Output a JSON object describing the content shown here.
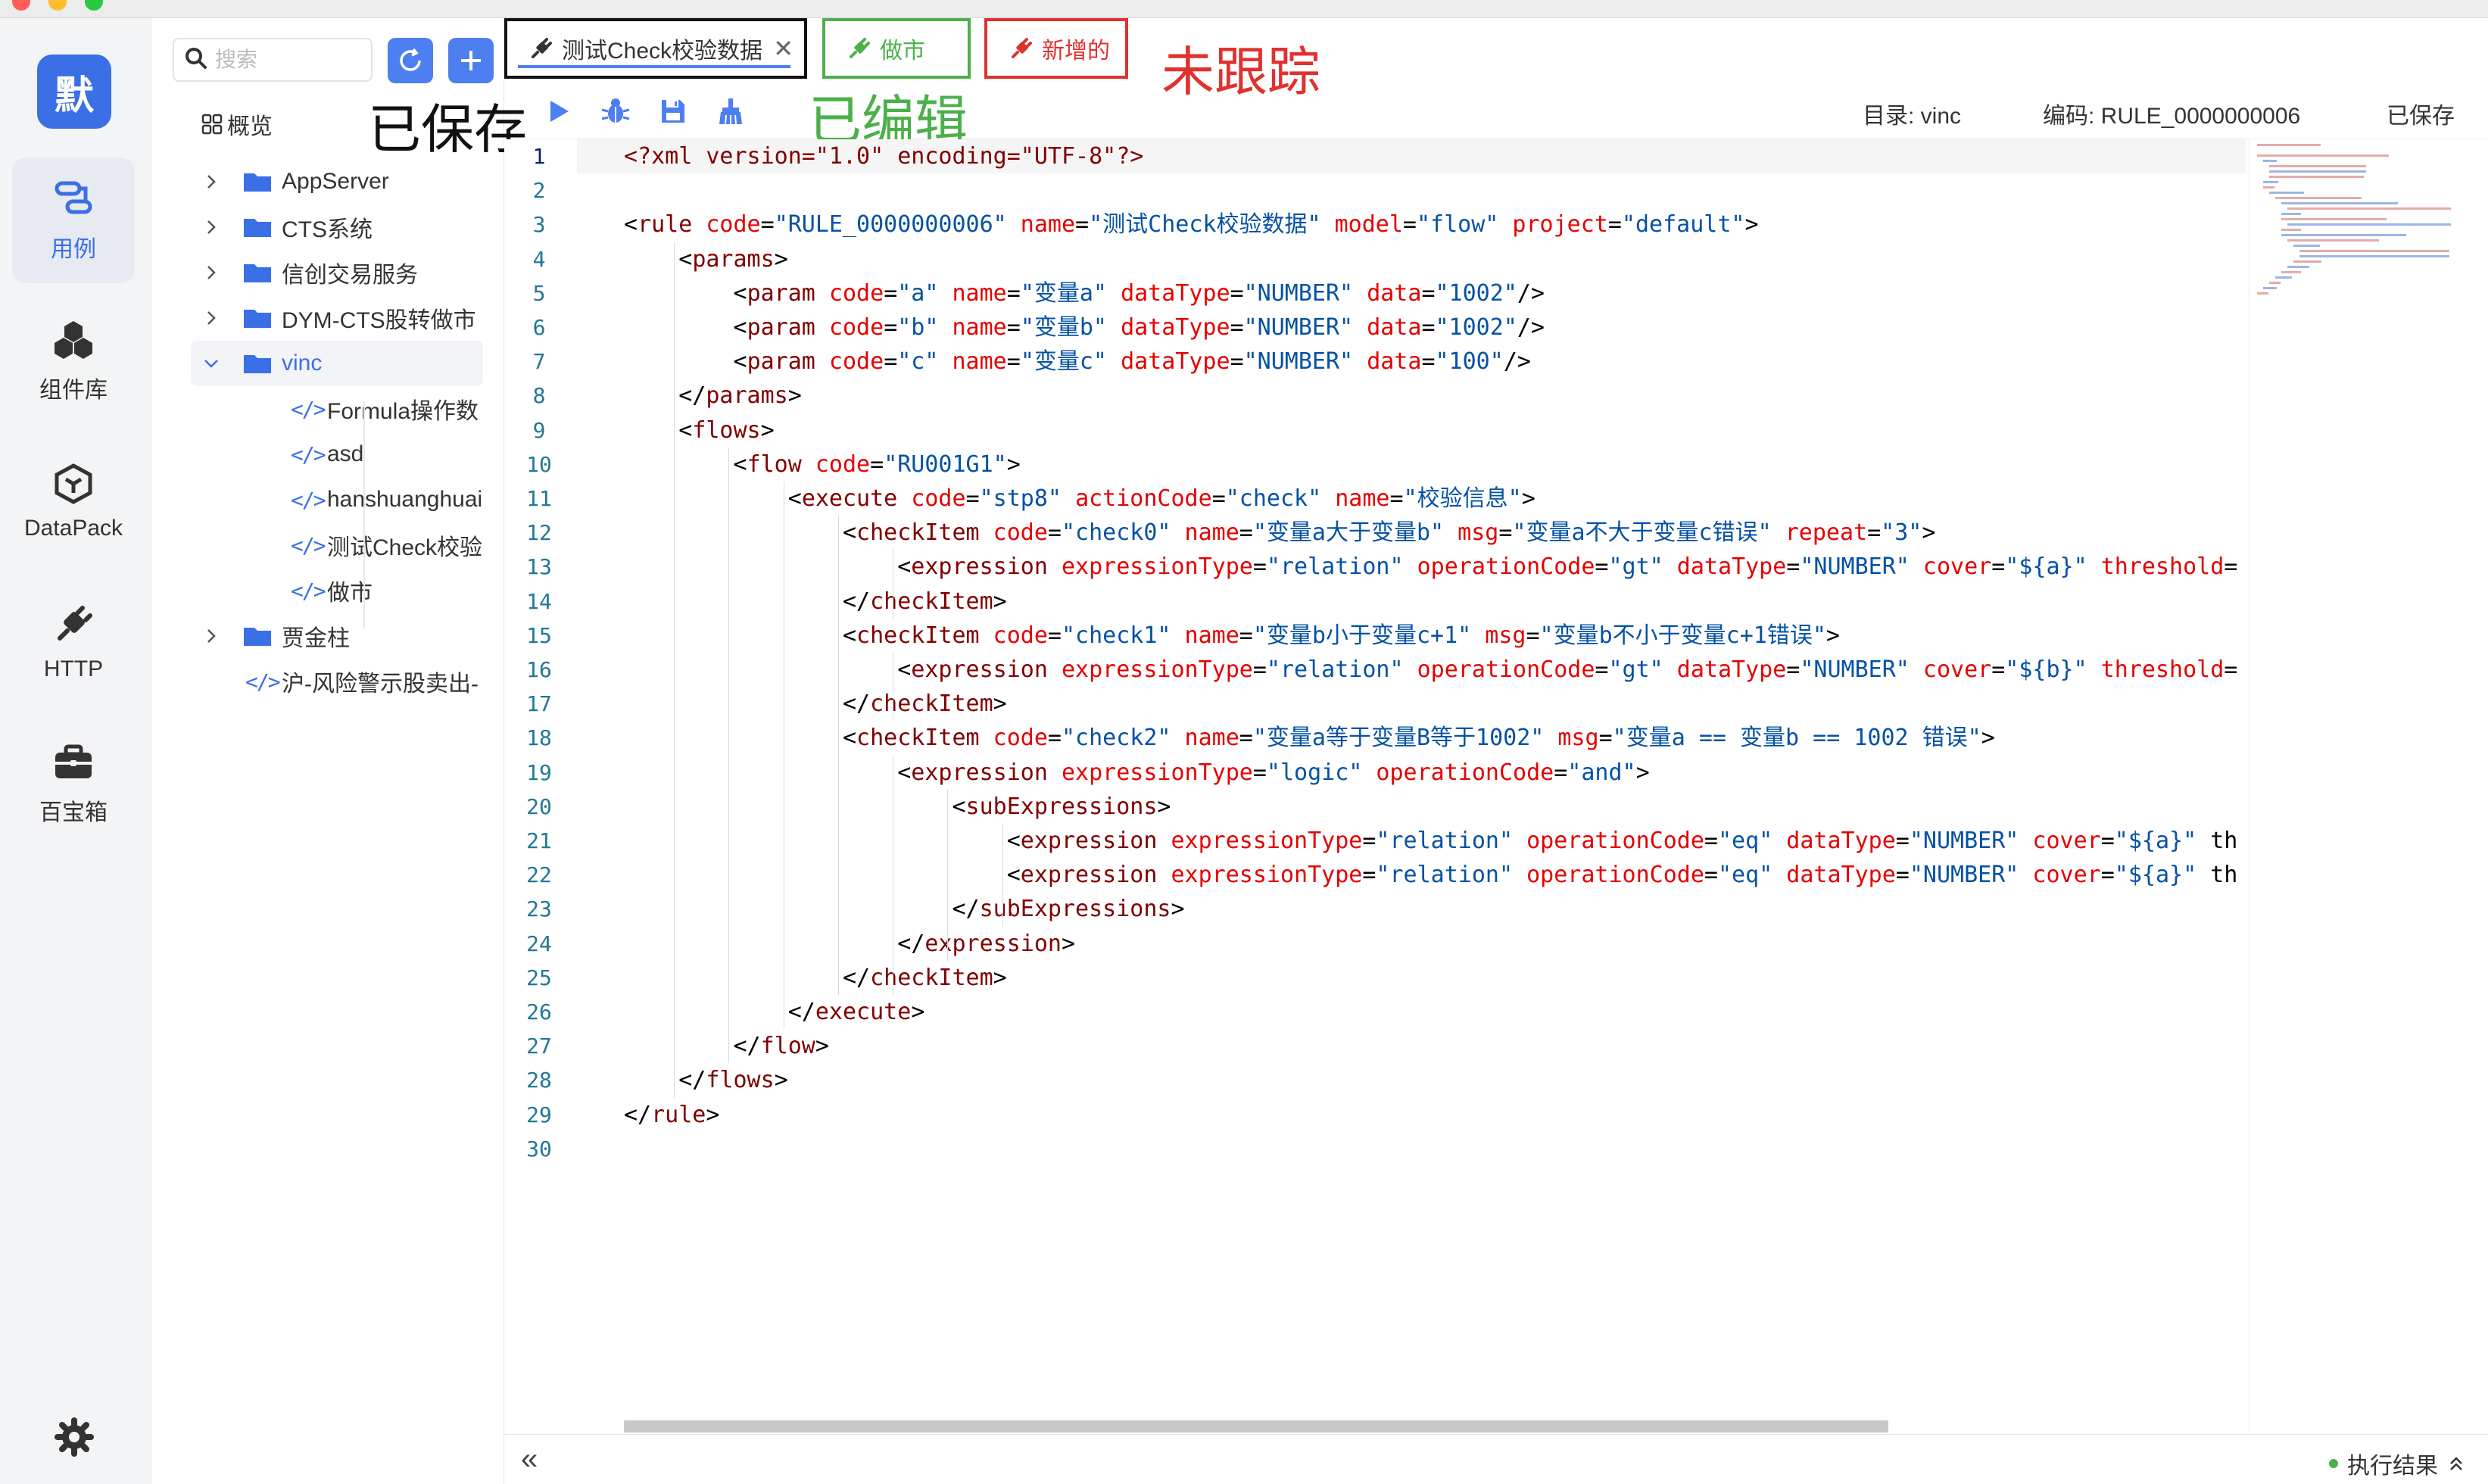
{
  "nav": {
    "logo": "默",
    "items": [
      {
        "label": "用例",
        "icon": "usecase-icon"
      },
      {
        "label": "组件库",
        "icon": "components-icon"
      },
      {
        "label": "DataPack",
        "icon": "datapack-icon"
      },
      {
        "label": "HTTP",
        "icon": "plug-icon"
      },
      {
        "label": "百宝箱",
        "icon": "toolbox-icon"
      }
    ],
    "settings_icon": "gear-icon"
  },
  "sidebar": {
    "search_placeholder": "搜索",
    "overview": "概览",
    "tree": [
      {
        "label": "AppServer",
        "type": "folder"
      },
      {
        "label": "CTS系统",
        "type": "folder"
      },
      {
        "label": "信创交易服务",
        "type": "folder"
      },
      {
        "label": "DYM-CTS股转做市",
        "type": "folder"
      },
      {
        "label": "vinc",
        "type": "folder-open"
      },
      {
        "label": "Formula操作数",
        "type": "file"
      },
      {
        "label": "asd",
        "type": "file"
      },
      {
        "label": "hanshuanghuai",
        "type": "file"
      },
      {
        "label": "测试Check校验",
        "type": "file"
      },
      {
        "label": "做市",
        "type": "file"
      },
      {
        "label": "贾金柱",
        "type": "folder"
      },
      {
        "label": "沪-风险警示股卖出-",
        "type": "file-root"
      }
    ]
  },
  "tabs": [
    {
      "label": "测试Check校验数据",
      "state": "已保存"
    },
    {
      "label": "做市",
      "state": "已编辑"
    },
    {
      "label": "新增的",
      "state": "未跟踪"
    }
  ],
  "annotations": {
    "saved": "已保存",
    "edited": "已编辑",
    "untracked": "未跟踪"
  },
  "info": {
    "dir": "目录: vinc",
    "code": "编码: RULE_0000000006",
    "status": "已保存"
  },
  "code_lines": [
    "<?xml version=\"1.0\" encoding=\"UTF-8\"?>",
    "",
    "<rule code=\"RULE_0000000006\" name=\"测试Check校验数据\" model=\"flow\" project=\"default\">",
    "    <params>",
    "        <param code=\"a\" name=\"变量a\" dataType=\"NUMBER\" data=\"1002\"/>",
    "        <param code=\"b\" name=\"变量b\" dataType=\"NUMBER\" data=\"1002\"/>",
    "        <param code=\"c\" name=\"变量c\" dataType=\"NUMBER\" data=\"100\"/>",
    "    </params>",
    "    <flows>",
    "        <flow code=\"RU001G1\">",
    "            <execute code=\"stp8\" actionCode=\"check\" name=\"校验信息\">",
    "                <checkItem code=\"check0\" name=\"变量a大于变量b\" msg=\"变量a不大于变量c错误\" repeat=\"3\">",
    "                    <expression expressionType=\"relation\" operationCode=\"gt\" dataType=\"NUMBER\" cover=\"${a}\" threshold=",
    "                </checkItem>",
    "                <checkItem code=\"check1\" name=\"变量b小于变量c+1\" msg=\"变量b不小于变量c+1错误\">",
    "                    <expression expressionType=\"relation\" operationCode=\"gt\" dataType=\"NUMBER\" cover=\"${b}\" threshold=",
    "                </checkItem>",
    "                <checkItem code=\"check2\" name=\"变量a等于变量B等于1002\" msg=\"变量a == 变量b == 1002 错误\">",
    "                    <expression expressionType=\"logic\" operationCode=\"and\">",
    "                        <subExpressions>",
    "                            <expression expressionType=\"relation\" operationCode=\"eq\" dataType=\"NUMBER\" cover=\"${a}\" th",
    "                            <expression expressionType=\"relation\" operationCode=\"eq\" dataType=\"NUMBER\" cover=\"${a}\" th",
    "                        </subExpressions>",
    "                    </expression>",
    "                </checkItem>",
    "            </execute>",
    "        </flow>",
    "    </flows>",
    "</rule>",
    ""
  ],
  "bottom": {
    "collapse": "«",
    "result": "执行结果"
  },
  "colors": {
    "accent": "#3b6fe6",
    "tag": "#800000",
    "attr": "#e50000",
    "value": "#0451a5",
    "edited": "#4cb04a",
    "untracked": "#e0312f"
  }
}
